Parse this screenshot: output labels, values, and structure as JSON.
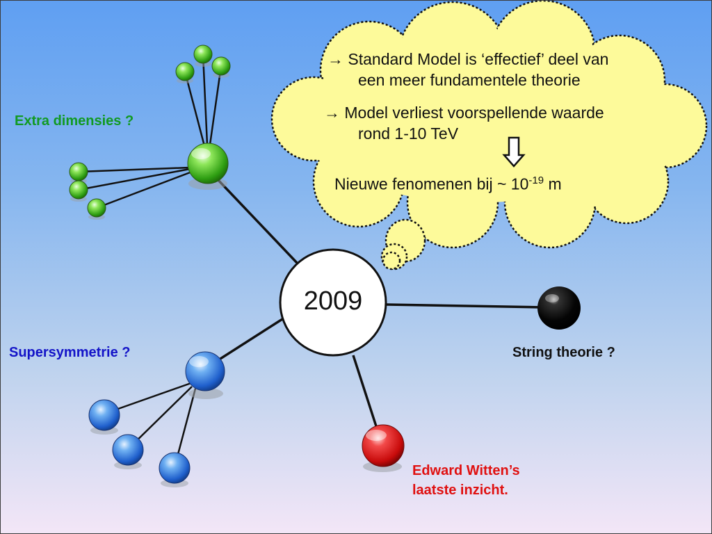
{
  "center": {
    "label": "2009"
  },
  "labels": {
    "extra_dimensions": "Extra dimensies ?",
    "supersymmetry": "Supersymmetrie ?",
    "string_theory": "String theorie ?",
    "witten_line1": "Edward Witten’s",
    "witten_line2": "laatste inzicht."
  },
  "cloud": {
    "line1": "→ Standard Model is ‘effectief’ deel van",
    "line2": "een meer fundamentele theorie",
    "line3": "→ Model verliest voorspellende waarde",
    "line4": "rond 1-10 TeV",
    "new_phenomena_prefix": "Nieuwe fenomenen bij  ~ 10",
    "exponent": "-19",
    "unit": " m"
  },
  "colors": {
    "green_label": "#119a22",
    "blue_label": "#1414c8",
    "black_label": "#111111",
    "red_label": "#e01010",
    "cloud_fill": "#fdfa9a"
  }
}
